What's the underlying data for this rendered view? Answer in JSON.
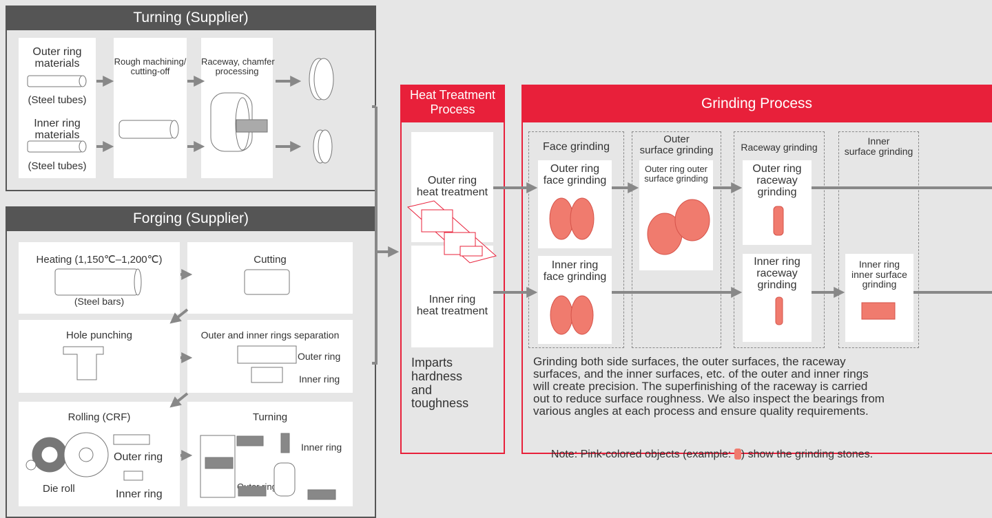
{
  "turning": {
    "title": "Turning (Supplier)",
    "outer_materials": "Outer ring\nmaterials",
    "outer_tubes": "(Steel tubes)",
    "inner_materials": "Inner ring\nmaterials",
    "inner_tubes": "(Steel tubes)",
    "rough": "Rough machining/\ncutting-off",
    "raceway": "Raceway, chamfer\nprocessing"
  },
  "forging": {
    "title": "Forging (Supplier)",
    "heating": "Heating (1,150℃–1,200℃)",
    "steel_bars": "(Steel bars)",
    "cutting": "Cutting",
    "hole_punching": "Hole punching",
    "separation": "Outer and inner rings separation",
    "sep_outer": "Outer ring",
    "sep_inner": "Inner ring",
    "rolling": "Rolling (CRF)",
    "roll_outer": "Outer ring",
    "roll_inner": "Inner ring",
    "die_roll": "Die roll",
    "turning": "Turning",
    "turn_inner": "Inner ring",
    "turn_outer": "Outer ring"
  },
  "heat": {
    "title": "Heat Treatment\nProcess",
    "outer": "Outer ring\nheat treatment",
    "inner": "Inner ring\nheat treatment",
    "desc": "Imparts\nhardness\nand\ntoughness"
  },
  "grinding": {
    "title": "Grinding Process",
    "col_face": "Face grinding",
    "col_outer": "Outer\nsurface grinding",
    "col_raceway": "Raceway grinding",
    "col_inner": "Inner\nsurface grinding",
    "outer_face": "Outer ring\nface grinding",
    "outer_outer": "Outer ring outer\nsurface grinding",
    "outer_raceway": "Outer ring\nraceway\ngrinding",
    "inner_face": "Inner ring\nface grinding",
    "inner_raceway": "Inner ring\nraceway\ngrinding",
    "inner_inner": "Inner ring\ninner surface\ngrinding",
    "desc": "Grinding both side surfaces, the outer surfaces, the raceway\nsurfaces, and the inner surfaces, etc. of the outer and inner rings\nwill create precision. The superfinishing of the raceway is carried\nout to reduce surface roughness. We also inspect the bearings from\nvarious angles at each process and ensure quality requirements.",
    "note_a": "Note: Pink-colored objects (example: ",
    "note_b": ") show the grinding stones."
  },
  "colors": {
    "red": "#e8203a",
    "dark": "#555555",
    "grindstone": "#f07b6e",
    "arrow": "#888888"
  }
}
